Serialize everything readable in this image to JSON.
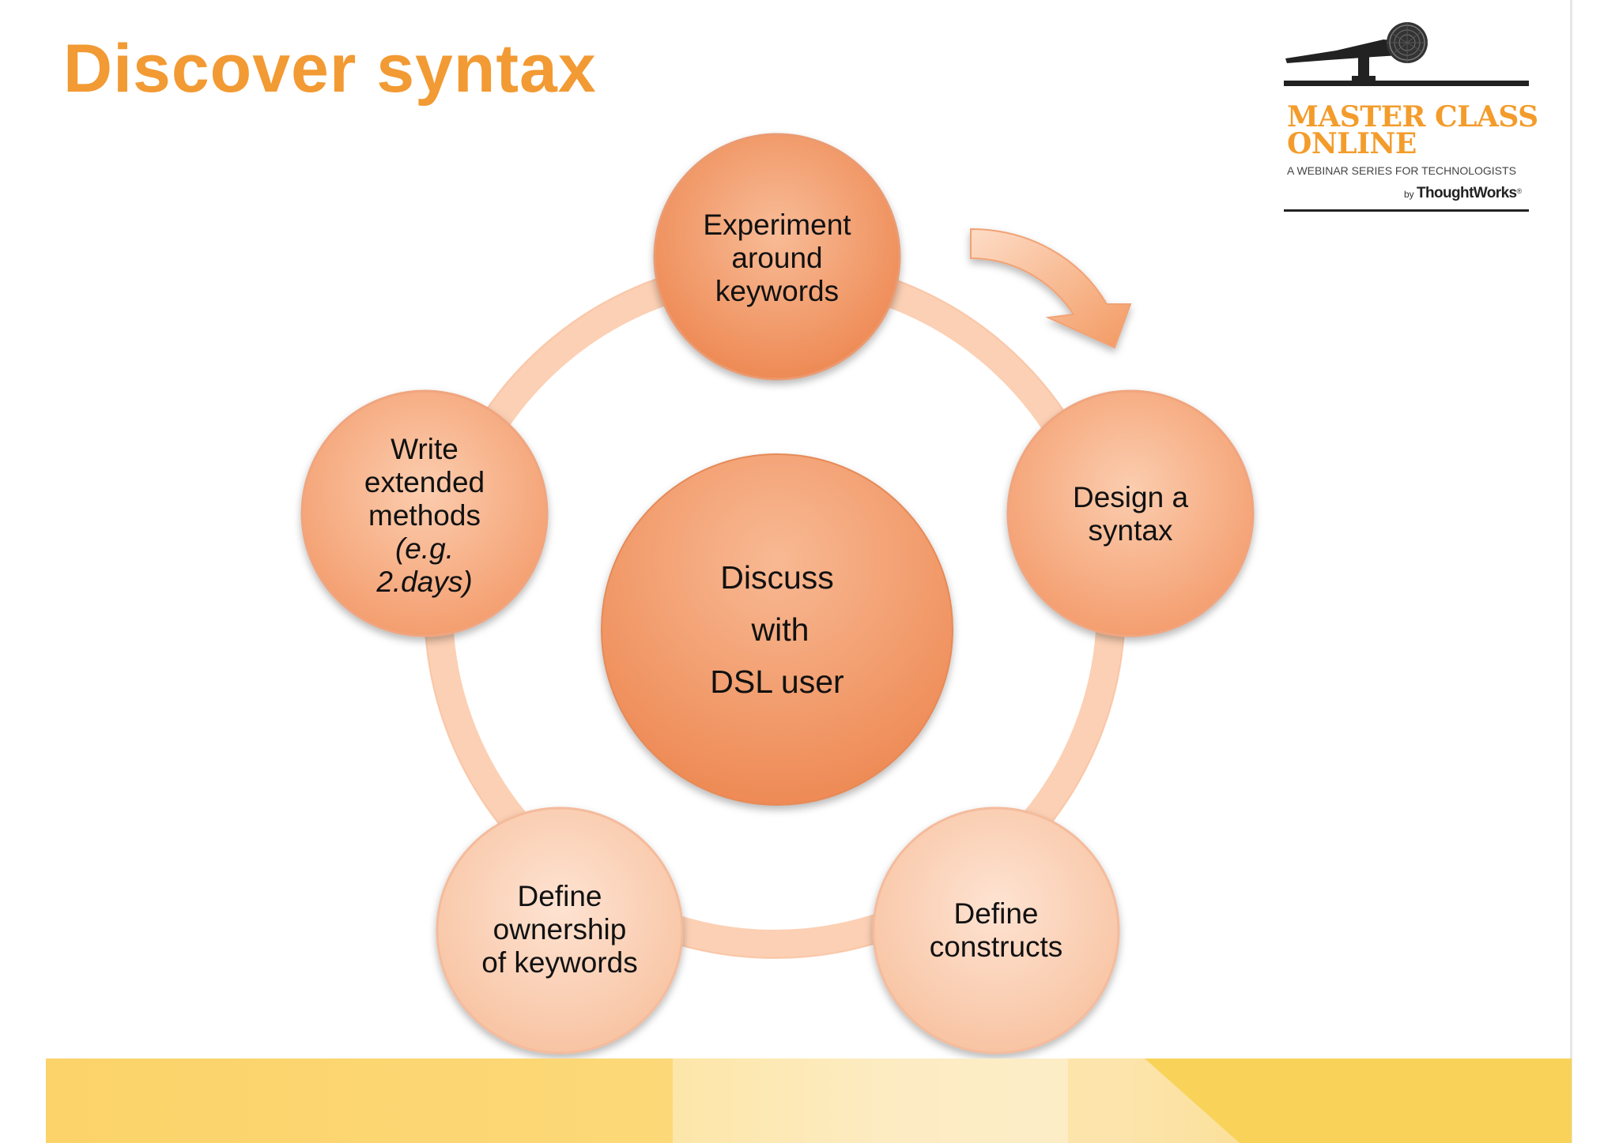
{
  "slide": {
    "title": "Discover syntax"
  },
  "logo": {
    "line1": "MASTER CLASS",
    "line2": "ONLINE",
    "subtitle": "A WEBINAR SERIES FOR TECHNOLOGISTS",
    "by": "by",
    "brand": "ThoughtWorks",
    "brand_mark": "®"
  },
  "diagram": {
    "center": {
      "line1": "Discuss",
      "line2": "with",
      "line3": "DSL user"
    },
    "nodes": {
      "experiment": {
        "line1": "Experiment",
        "line2": "around",
        "line3": "keywords"
      },
      "design": {
        "line1": "Design a",
        "line2": "syntax"
      },
      "constructs": {
        "line1": "Define",
        "line2": "constructs"
      },
      "ownership": {
        "line1": "Define",
        "line2": "ownership",
        "line3": "of keywords"
      },
      "write": {
        "line1": "Write",
        "line2": "extended",
        "line3": "methods",
        "line4": "(e.g.",
        "line5": "2.days)"
      }
    }
  },
  "colors": {
    "title": "#F29A33",
    "node_dark": "#F0905E",
    "node_light": "#FCD2BA",
    "ring": "#FBC7A8",
    "arrow": "#F7A872"
  }
}
